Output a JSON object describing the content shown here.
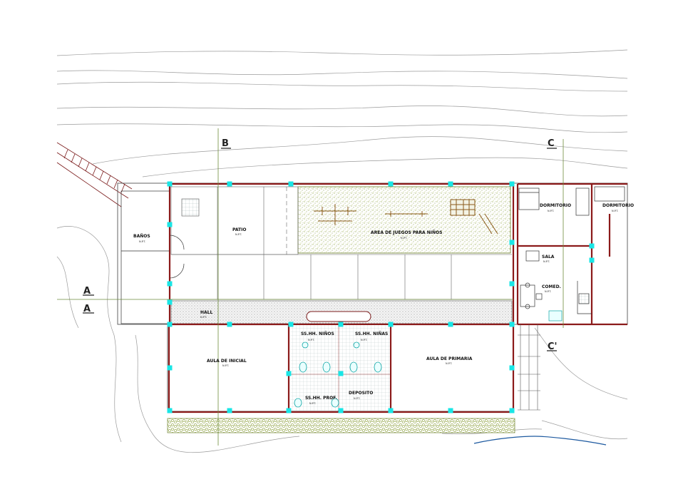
{
  "axes": {
    "b": "B",
    "c_top": "C",
    "c_bottom": "C'",
    "a_upper": "A",
    "a_lower": "A"
  },
  "rooms": {
    "banos": {
      "name": "BAÑOS",
      "sub": "N.P.T."
    },
    "patio": {
      "name": "PATIO",
      "sub": "N.P.T."
    },
    "juegos": {
      "name": "AREA DE JUEGOS PARA NIÑOS",
      "sub": "N.P.T."
    },
    "dormitorio1": {
      "name": "DORMITORIO",
      "sub": "N.P.T."
    },
    "dormitorio2": {
      "name": "DORMITORIO",
      "sub": "N.P.T."
    },
    "sala": {
      "name": "SALA",
      "sub": "N.P.T."
    },
    "comedor": {
      "name": "COMED.",
      "sub": "N.P.T."
    },
    "inicial": {
      "name": "AULA DE INICIAL",
      "sub": "N.P.T."
    },
    "primaria": {
      "name": "AULA DE PRIMARIA",
      "sub": "N.P.T."
    },
    "ss_ninos": {
      "name": "SS.HH. NIÑOS",
      "sub": "N.P.T."
    },
    "ss_ninas": {
      "name": "SS.HH. NIÑAS",
      "sub": "N.P.T."
    },
    "ss_prof": {
      "name": "SS.HH. PROF.",
      "sub": "N.P.T."
    },
    "deposito": {
      "name": "DEPOSITO",
      "sub": "N.P.T."
    },
    "hall": {
      "name": "HALL",
      "sub": "N.P.T."
    }
  },
  "colors": {
    "wall": "#8b1a1a",
    "column": "#19e6e6",
    "grid_line": "#6e8c3c",
    "vegetation": "#8ca03c",
    "contour": "#9a9a9a",
    "water": "#1e5aa0"
  }
}
